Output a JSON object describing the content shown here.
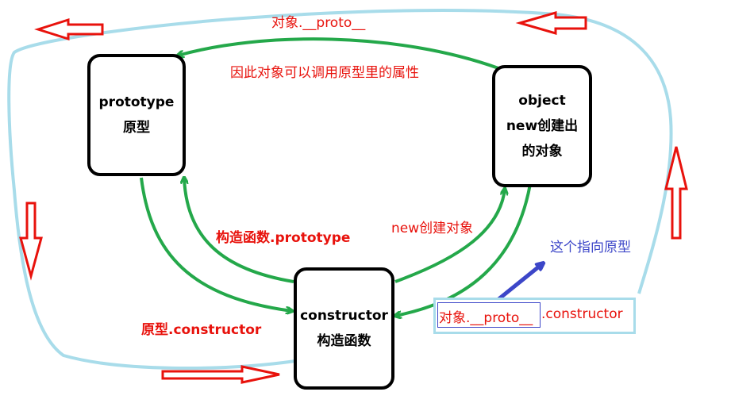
{
  "nodes": {
    "prototype": {
      "line1": "prototype",
      "line2": "原型"
    },
    "object": {
      "line1": "object",
      "line2": "new创建出",
      "line3": "的对象"
    },
    "constructor": {
      "line1": "constructor",
      "line2": "构造函数"
    }
  },
  "labels": {
    "top_proto": "对象.__proto__",
    "top_desc": "因此对象可以调用原型里的属性",
    "ctor_prototype": "构造函数.prototype",
    "new_create": "new创建对象",
    "proto_constructor": "原型.constructor",
    "points_to_proto": "这个指向原型",
    "proto_ctor_chain_a": "对象.__proto__",
    "proto_ctor_chain_b": ".constructor"
  },
  "colors": {
    "green": "#24a84a",
    "light_blue": "#a8dcea",
    "red": "#e8120c",
    "blue": "#3c46c8"
  }
}
